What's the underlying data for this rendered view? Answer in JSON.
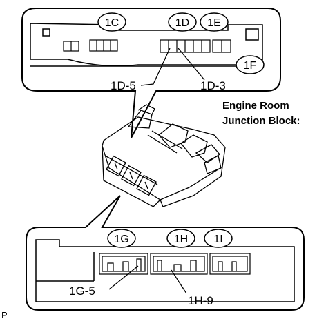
{
  "title_line1": "Engine Room",
  "title_line2": "Junction Block:",
  "figure_mark": "P",
  "top_connectors": {
    "c1": "1C",
    "c2": "1D",
    "c3": "1E",
    "c4": "1F"
  },
  "top_callouts": {
    "a": "1D-5",
    "b": "1D-3"
  },
  "bottom_connectors": {
    "c1": "1G",
    "c2": "1H",
    "c3": "1I"
  },
  "bottom_callouts": {
    "a": "1G-5",
    "b": "1H-9"
  }
}
